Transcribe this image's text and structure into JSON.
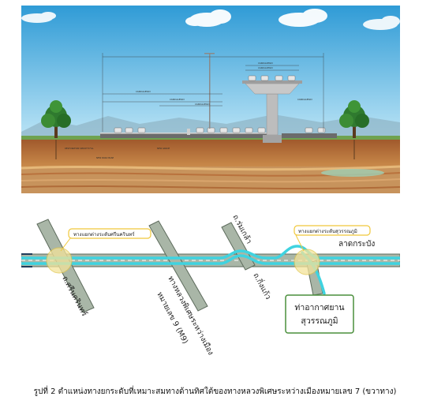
{
  "cross_section": {
    "dimension_labels": [
      "CARRIAGEWAY",
      "CARRIAGEWAY",
      "CARRIAGEWAY",
      "CARRIAGEWAY",
      "CARRIAGEWAY",
      "CARRIAGEWAY"
    ],
    "ground_labels": [
      "RESTORATION SMOOTH FILL",
      "NEW GRADE",
      "NEW ROAD BASE"
    ]
  },
  "plan": {
    "callout_left": "ทางแยกต่างระดับศรีนครินทร์",
    "callout_right": "ทางแยกต่างระดับสุวรรณภูมิ",
    "road_srinakarin": "ถ.ศรีนครินทร์",
    "road_romklao": "ถ.ร่มเกล้า",
    "road_kingkaew": "ถ.กิ่งแก้ว",
    "lat_krabang": "ลาดกระบัง",
    "motorway_label_1": "ทางหลวงพิเศษระหว่างเมือง",
    "motorway_label_2": "หมายเลข 9 (M9)",
    "airport_line1": "ท่าอากาศยาน",
    "airport_line2": "สุวรรณภูมิ",
    "colors": {
      "road_gray": "#a9b6a7",
      "motorway_cyan": "#3fd3e0",
      "callout_border": "#f0c83a",
      "airport_border": "#4a8f3c"
    }
  },
  "caption": "รูปที่ 2 ตำแหน่งทางยกระดับที่เหมาะสมทางด้านทิศใต้ของทางหลวงพิเศษระหว่างเมืองหมายเลข 7 (ขวาทาง)"
}
